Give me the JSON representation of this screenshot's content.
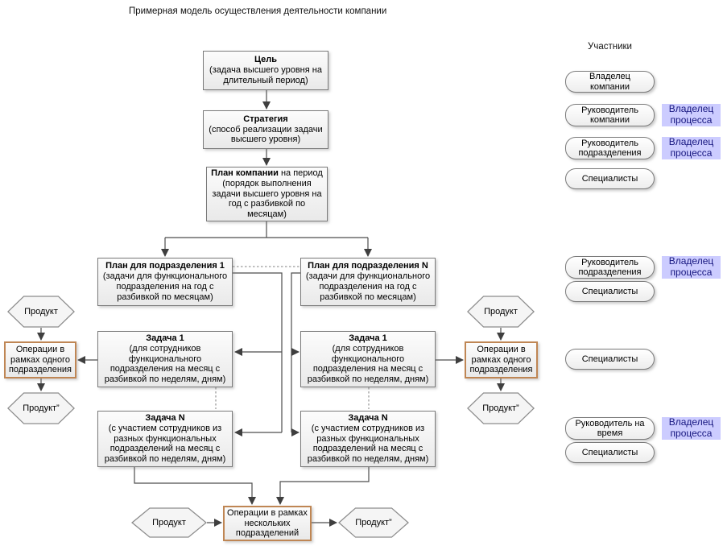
{
  "page_title": "Примерная модель осуществления деятельности компании",
  "diagram": {
    "nodes": {
      "goal": {
        "title": "Цель",
        "subtitle": "(задача высшего уровня на длительный период)"
      },
      "strategy": {
        "title": "Стратегия",
        "subtitle": "(способ реализации задачи высшего уровня)"
      },
      "company_plan": {
        "title": "План компании",
        "title_suffix": " на период",
        "subtitle": "(порядок выполнения задачи высшего уровня на год с разбивкой по месяцам)"
      },
      "dept_plan_1": {
        "title": "План для подразделения 1",
        "subtitle": "(задачи для функционального подразделения на год с разбивкой по месяцам)"
      },
      "dept_plan_n": {
        "title": "План для подразделения N",
        "subtitle": "(задачи для функционального подразделения на год с разбивкой по месяцам)"
      },
      "task_1_left": {
        "title": "Задача 1",
        "subtitle": "(для сотрудников функционального подразделения на месяц с разбивкой по неделям, дням)"
      },
      "task_n_left": {
        "title": "Задача N",
        "subtitle": "(с участием сотрудников из разных функциональных подразделений на месяц с разбивкой по неделям, дням)"
      },
      "task_1_right": {
        "title": "Задача 1",
        "subtitle": "(для сотрудников функционального подразделения на месяц с разбивкой по неделям, дням)"
      },
      "task_n_right": {
        "title": "Задача N",
        "subtitle": "(с участием сотрудников из разных функциональных подразделений на месяц с разбивкой по неделям, дням)"
      },
      "ops_single_left": {
        "label": "Операции в рамках одного подразделения"
      },
      "ops_single_right": {
        "label": "Операции в рамках одного подразделения"
      },
      "ops_multi": {
        "label": "Операции в рамках нескольких подразделений"
      },
      "product_in_left": {
        "label": "Продукт"
      },
      "product_out_left": {
        "label": "Продукт”"
      },
      "product_in_right": {
        "label": "Продукт"
      },
      "product_out_right": {
        "label": "Продукт”"
      },
      "product_in_bottom": {
        "label": "Продукт"
      },
      "product_out_bottom": {
        "label": "Продукт”"
      }
    }
  },
  "participants": {
    "header": "Участники",
    "process_owner_badge": "Владелец процесса",
    "items": {
      "company_owner": "Владелец компании",
      "company_head": "Руководитель компании",
      "dept_head_top": "Руководитель подразделения",
      "specialists_top": "Специалисты",
      "dept_head_mid": "Руководитель подразделения",
      "specialists_mid": "Специалисты",
      "specialists_ops": "Специалисты",
      "temp_head": "Руководитель на время",
      "specialists_bottom": "Специалисты"
    }
  },
  "colors": {
    "box_border": "#7a7a7a",
    "ops_border": "#bf8654",
    "badge_bg": "#ccccff",
    "badge_text": "#16167f",
    "connector": "#4d4d4d"
  }
}
